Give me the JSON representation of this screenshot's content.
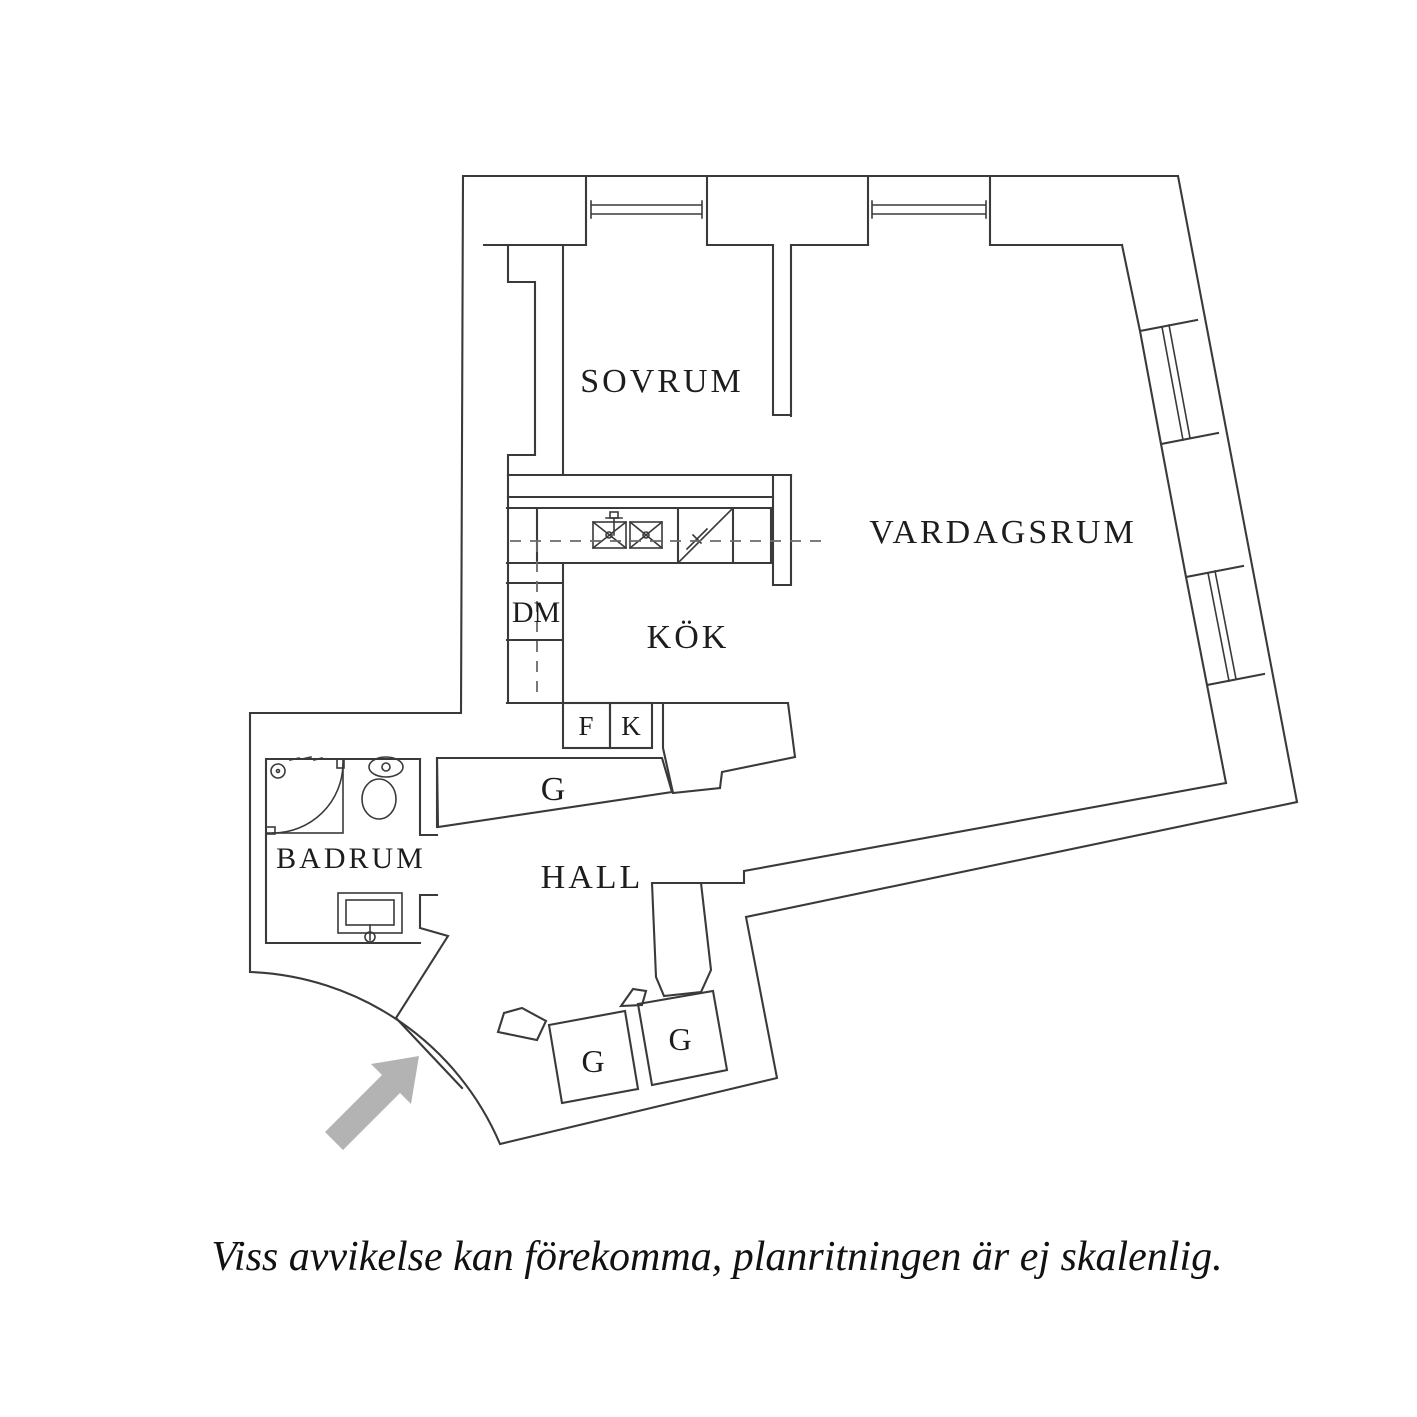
{
  "floorplan": {
    "rooms": {
      "sovrum": "SOVRUM",
      "vardagsrum": "VARDAGSRUM",
      "kok": "KÖK",
      "badrum": "BADRUM",
      "hall": "HALL"
    },
    "fixtures": {
      "dm": "DM",
      "f": "F",
      "k": "K",
      "closet_hall": "G",
      "closet_entry_1": "G",
      "closet_entry_2": "G"
    },
    "caption": "Viss avvikelse kan förekomma, planritningen är ej skalenlig.",
    "colors": {
      "line": "#3a3a3a",
      "arrow": "#b3b3b3",
      "background": "#ffffff"
    }
  }
}
